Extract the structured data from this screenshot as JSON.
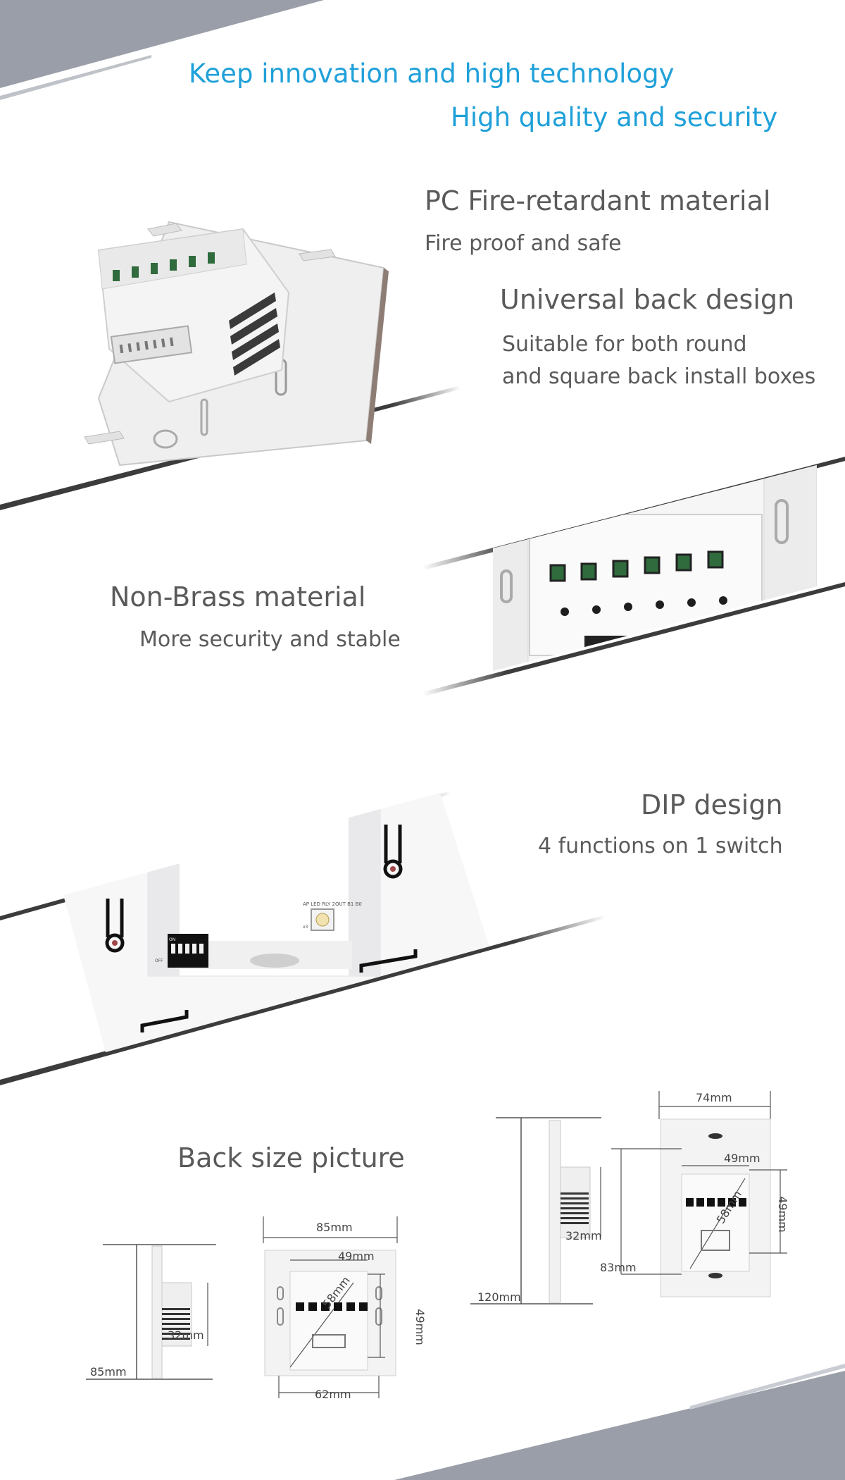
{
  "slogan": {
    "line1": "Keep innovation and high technology",
    "line2": "High quality and security"
  },
  "features": {
    "fire": {
      "title": "PC Fire-retardant material",
      "subtitle": "Fire proof and safe"
    },
    "back": {
      "title": "Universal back design",
      "line1": "Suitable for both round",
      "line2": "and square back install boxes"
    },
    "brass": {
      "title": "Non-Brass material",
      "subtitle": "More security and stable"
    },
    "dip": {
      "title": "DIP design",
      "subtitle": "4 functions on 1 switch"
    }
  },
  "size": {
    "title": "Back size picture",
    "square": {
      "side_depth": "32mm",
      "side_height": "85mm",
      "front_width": "85mm",
      "front_inner_width": "49mm",
      "front_diag": "58mm",
      "front_height": "49mm",
      "front_bottom": "62mm"
    },
    "tall": {
      "side_depth": "32mm",
      "side_height": "120mm",
      "front_width": "74mm",
      "front_inner_width": "49mm",
      "front_diag": "58mm",
      "front_height": "49mm",
      "front_mount": "83mm"
    }
  },
  "dip_labels": {
    "on": "ON",
    "off": "OFF",
    "panel": "AP LED RLY 2OUT B1 B0",
    "x": "x3"
  },
  "colors": {
    "slogan_blue": "#1fa0d9",
    "band_gray": "#9a9ea8",
    "stripe_dark": "#3c3c3c",
    "terminal_green": "#2f6b3d"
  }
}
